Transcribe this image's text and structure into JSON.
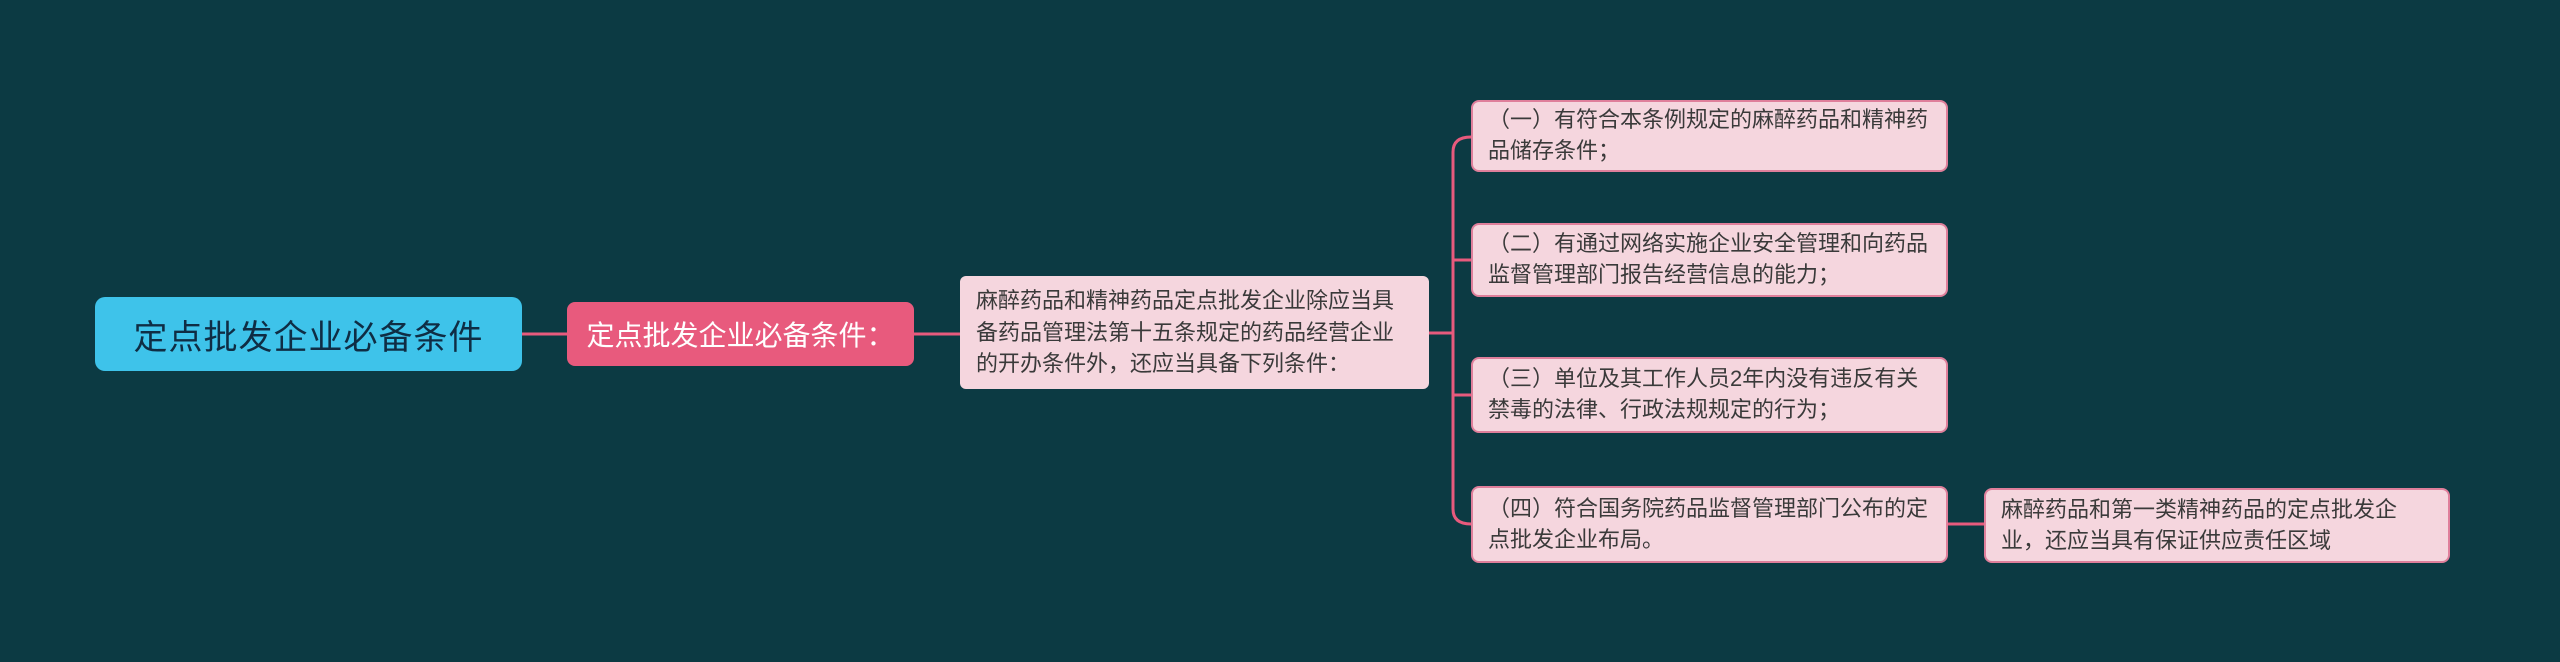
{
  "diagram": {
    "root": {
      "label": "定点批发企业必备条件"
    },
    "topic": {
      "label": "定点批发企业必备条件："
    },
    "summary": {
      "text": "麻醉药品和精神药品定点批发企业除应当具备药品管理法第十五条规定的药品经营企业的开办条件外，还应当具备下列条件："
    },
    "branches": [
      {
        "text": "（一）有符合本条例规定的麻醉药品和精神药品储存条件；"
      },
      {
        "text": "（二）有通过网络实施企业安全管理和向药品监督管理部门报告经营信息的能力；"
      },
      {
        "text": "（三）单位及其工作人员2年内没有违反有关禁毒的法律、行政法规规定的行为；"
      },
      {
        "text": "（四）符合国务院药品监督管理部门公布的定点批发企业布局。"
      }
    ],
    "note": {
      "text": "麻醉药品和第一类精神药品的定点批发企业，还应当具有保证供应责任区域"
    },
    "colors": {
      "background": "#0c3a43",
      "root_fill": "#3ec3ea",
      "root_text": "#0f2d44",
      "topic_fill": "#e85a7d",
      "topic_text": "#ffffff",
      "node_fill": "#f5d6de",
      "node_border": "#df7f9b",
      "node_text": "#3a3a3a",
      "connector": "#e85a7d"
    }
  }
}
